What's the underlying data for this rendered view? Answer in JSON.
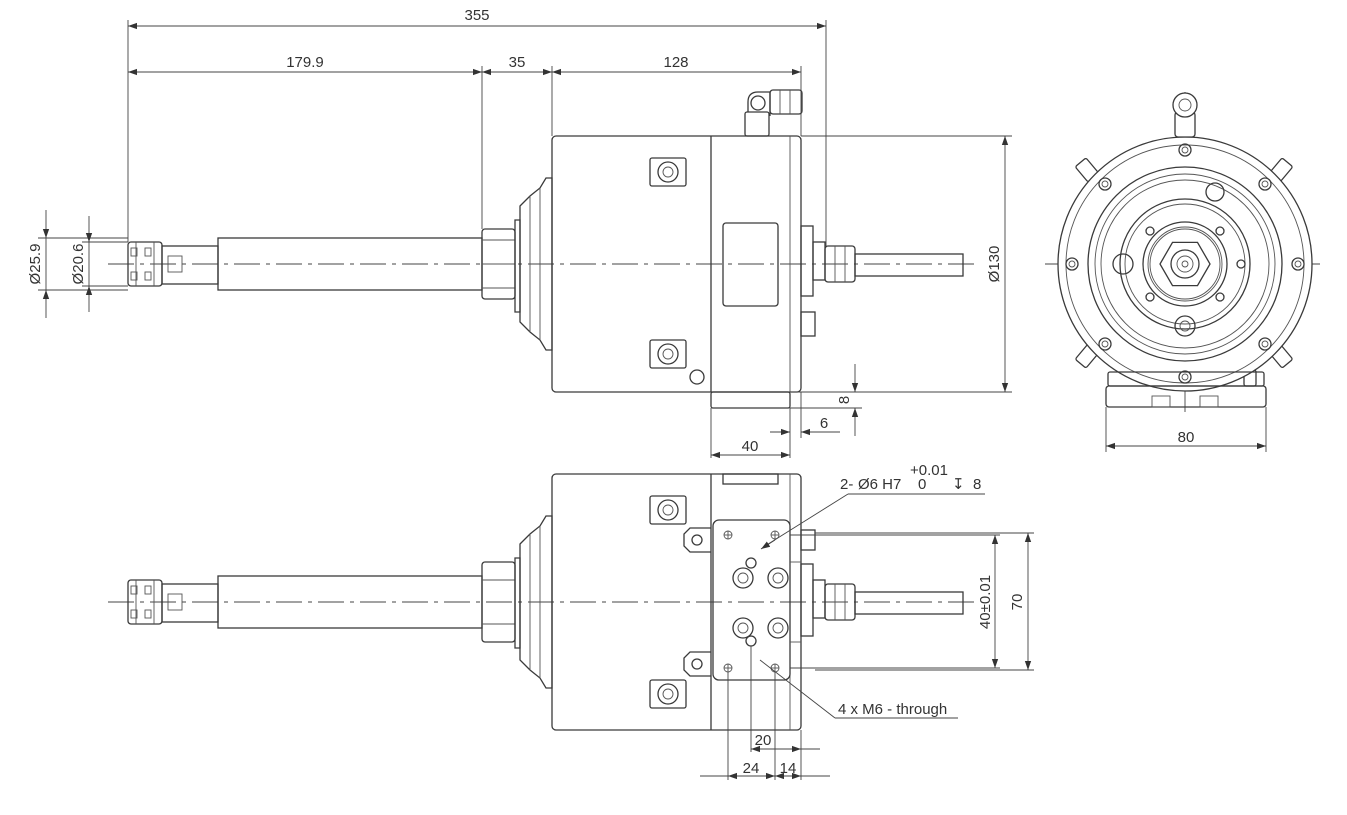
{
  "dimensions": {
    "overall_length": "355",
    "shank_length": "179.9",
    "nut_length": "35",
    "body_length": "128",
    "diameter_collet": "Ø25.9",
    "diameter_shank": "Ø20.6",
    "diameter_body": "Ø130",
    "base_height": "8",
    "base_offset": "6",
    "base_width_side": "40",
    "base_width_front": "80",
    "hole_spacing": "40±0.01",
    "plate_height": "70",
    "bottom_20": "20",
    "bottom_24": "24",
    "bottom_14": "14"
  },
  "callouts": {
    "pin_holes_prefix": "2-",
    "pin_holes_main": "Ø6 H7",
    "tol_upper": "+0.01",
    "tol_lower": "0",
    "depth_symbol": "↧",
    "depth_value": "8",
    "thread_holes": "4 x M6 - through"
  }
}
